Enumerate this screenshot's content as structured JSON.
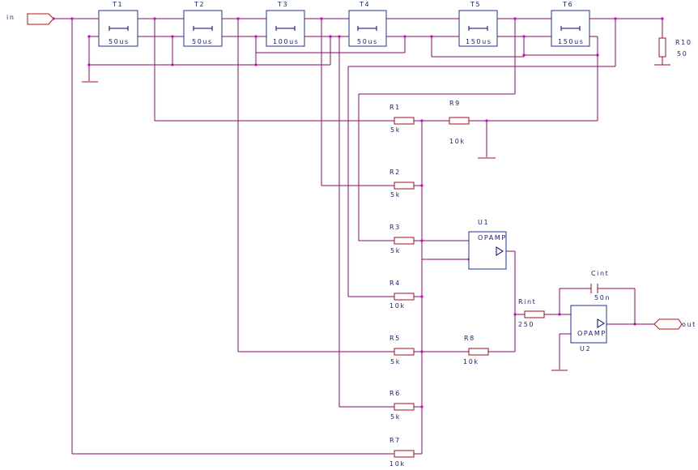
{
  "ports": {
    "in": "in",
    "out": "out"
  },
  "tlines": [
    {
      "name": "T1",
      "delay": "50us"
    },
    {
      "name": "T2",
      "delay": "50us"
    },
    {
      "name": "T3",
      "delay": "100us"
    },
    {
      "name": "T4",
      "delay": "50us"
    },
    {
      "name": "T5",
      "delay": "150us"
    },
    {
      "name": "T6",
      "delay": "150us"
    }
  ],
  "resistors": [
    {
      "name": "R1",
      "value": "5k"
    },
    {
      "name": "R2",
      "value": "5k"
    },
    {
      "name": "R3",
      "value": "5k"
    },
    {
      "name": "R4",
      "value": "10k"
    },
    {
      "name": "R5",
      "value": "5k"
    },
    {
      "name": "R6",
      "value": "5k"
    },
    {
      "name": "R7",
      "value": "10k"
    },
    {
      "name": "R8",
      "value": "10k"
    },
    {
      "name": "R9",
      "value": "10k"
    },
    {
      "name": "R10",
      "value": "50"
    },
    {
      "name": "Rint",
      "value": "250"
    }
  ],
  "capacitor": {
    "name": "Cint",
    "value": "50n"
  },
  "opamps": [
    {
      "name": "U1",
      "label": "OPAMP"
    },
    {
      "name": "U2",
      "label": "OPAMP"
    }
  ],
  "colors": {
    "wire": "#8a0a6a",
    "junction": "#d000c0",
    "component": "#a01020",
    "block": "#2030a0",
    "text": "#1a1a80"
  }
}
